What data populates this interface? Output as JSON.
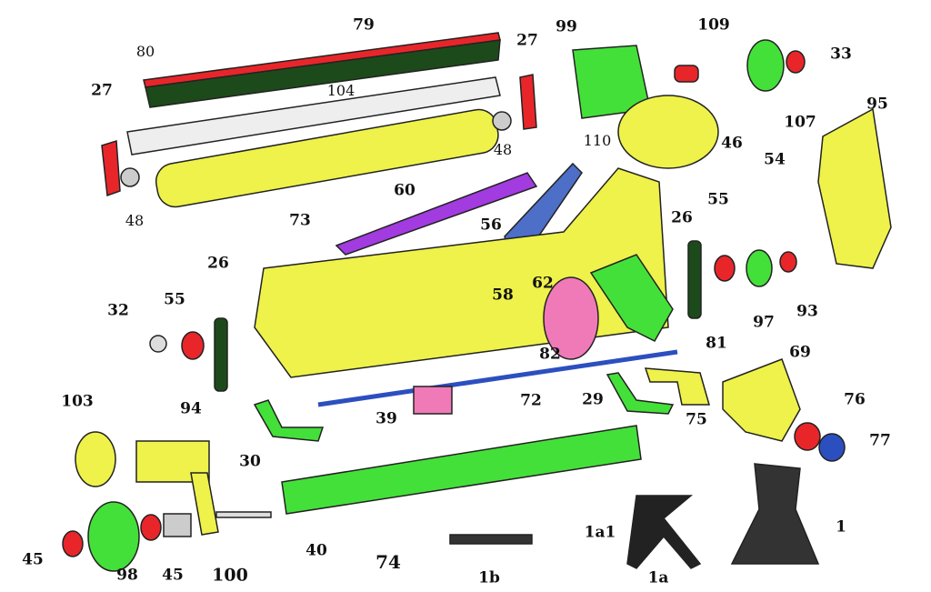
{
  "title": "Flail mower exploded parts diagram",
  "labels": [
    "79",
    "80",
    "27",
    "99",
    "109",
    "33",
    "27",
    "104",
    "48",
    "110",
    "46",
    "107",
    "95",
    "54",
    "48",
    "73",
    "60",
    "56",
    "26",
    "55",
    "58",
    "62",
    "26",
    "55",
    "32",
    "97",
    "93",
    "82",
    "81",
    "69",
    "103",
    "94",
    "39",
    "72",
    "29",
    "75",
    "76",
    "77",
    "30",
    "74",
    "1a1",
    "1",
    "40",
    "45",
    "98",
    "45",
    "100",
    "1b",
    "1a"
  ],
  "colors": {
    "yellow": "#eef24a",
    "green": "#44e03a",
    "red": "#e8262a",
    "purple": "#a23be0",
    "blue": "#2c4fc0",
    "pink": "#f07ab8",
    "dark_green": "#1d4a1a"
  }
}
